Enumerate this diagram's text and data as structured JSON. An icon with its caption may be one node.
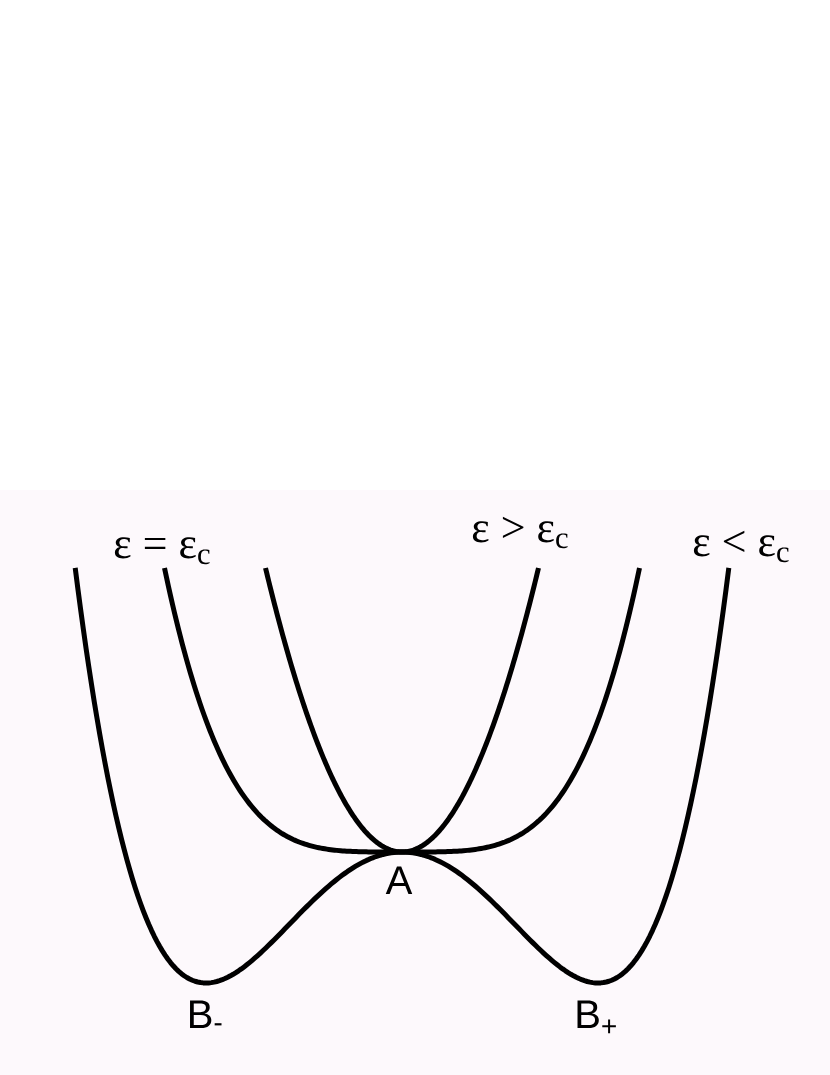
{
  "diagram": {
    "labels": [
      "ε = ε$_{c}$",
      "ε > ε$_{c}$",
      "ε < ε$_{c}$",
      "A",
      "B$_{-}$",
      "B$_{+}$"
    ]
  }
}
